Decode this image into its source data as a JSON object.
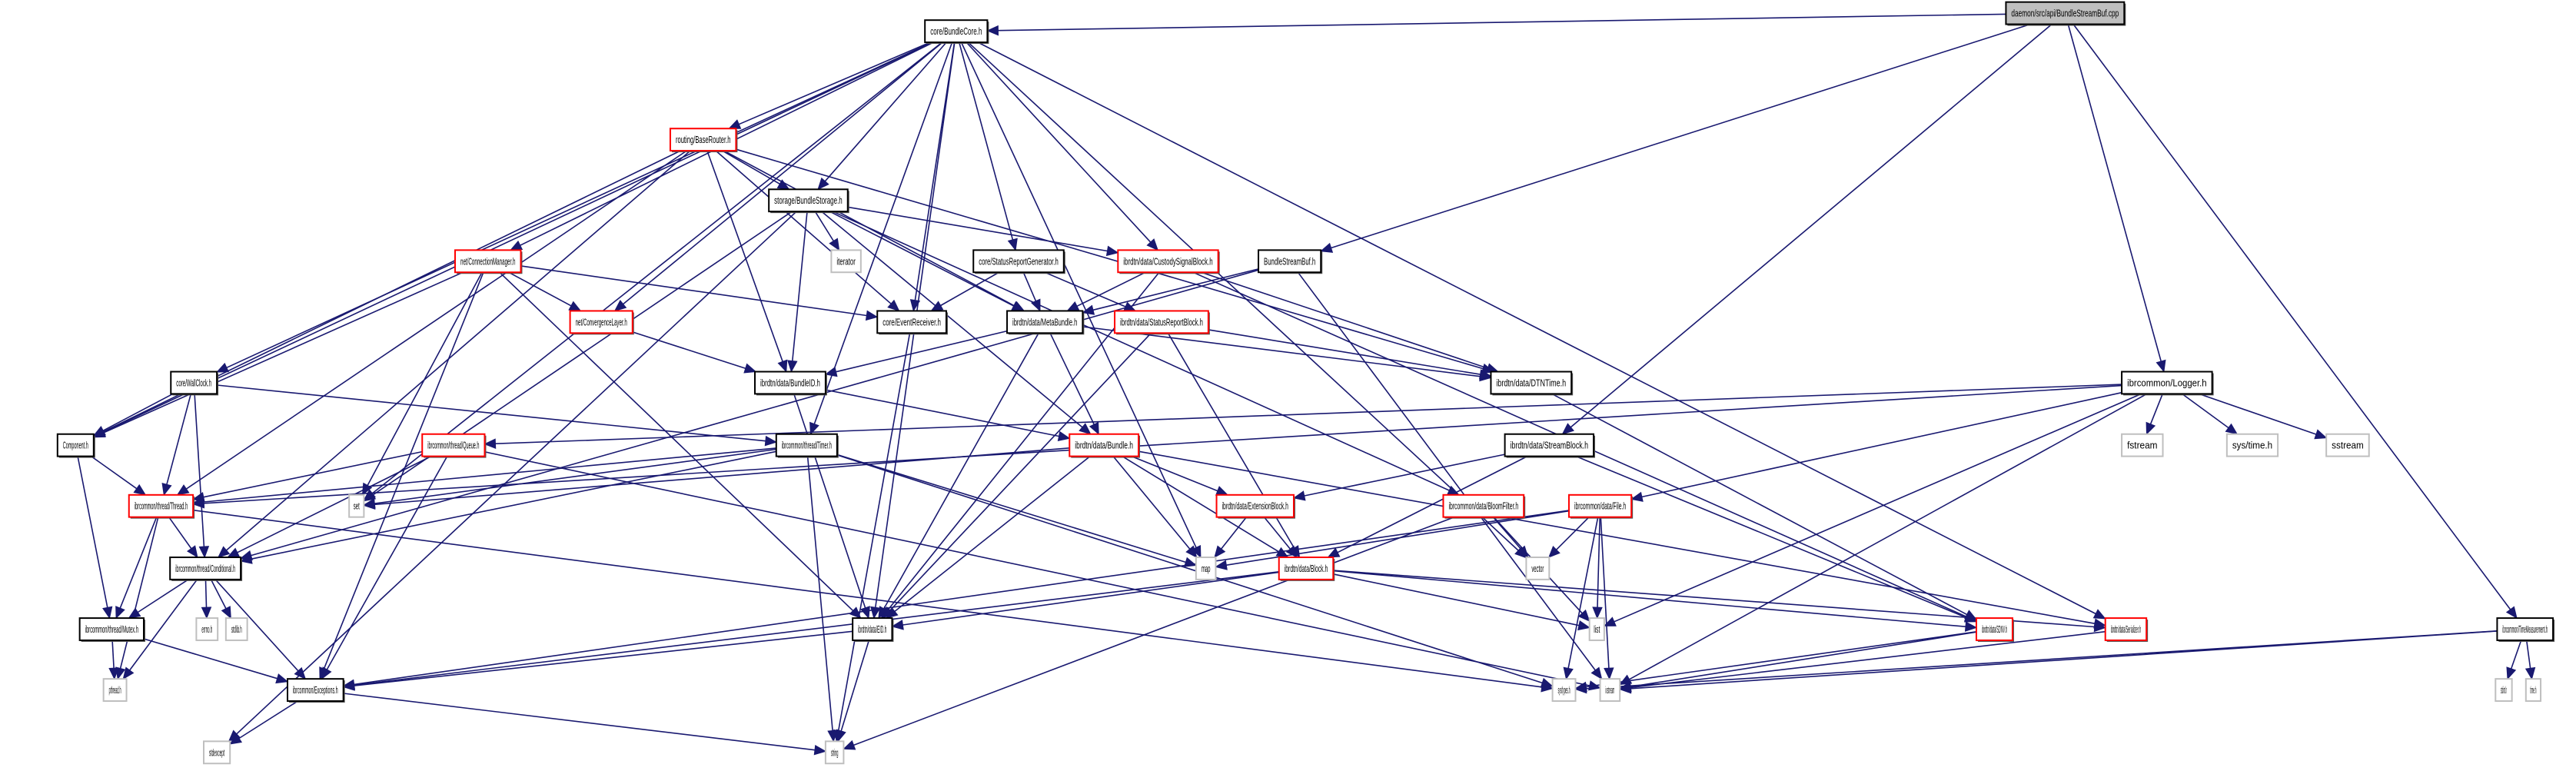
{
  "title": "daemon/src/api/BundleStreamBuf.cpp include dependency graph",
  "colors": {
    "edge": "#191970",
    "root_fill": "#bfbfbf",
    "normal_border": "#000000",
    "truncated_border": "#ff0000",
    "system_border": "#bfbfbf"
  },
  "nodes": [
    {
      "id": "root",
      "label": "daemon/src/api/BundleStreamBuf.cpp",
      "kind": "root"
    },
    {
      "id": "bundlecore",
      "label": "core/BundleCore.h",
      "kind": "normal"
    },
    {
      "id": "baserouter",
      "label": "routing/BaseRouter.h",
      "kind": "truncated"
    },
    {
      "id": "bundlestorage",
      "label": "storage/BundleStorage.h",
      "kind": "normal"
    },
    {
      "id": "connmgr",
      "label": "net/ConnectionManager.h",
      "kind": "truncated"
    },
    {
      "id": "convlayer",
      "label": "net/ConvergenceLayer.h",
      "kind": "truncated"
    },
    {
      "id": "iterator",
      "label": "iterator",
      "kind": "system"
    },
    {
      "id": "statusgen",
      "label": "core/StatusReportGenerator.h",
      "kind": "normal"
    },
    {
      "id": "custody",
      "label": "ibrdtn/data/CustodySignalBlock.h",
      "kind": "truncated"
    },
    {
      "id": "bsbh",
      "label": "BundleStreamBuf.h",
      "kind": "normal"
    },
    {
      "id": "eventrecv",
      "label": "core/EventReceiver.h",
      "kind": "normal"
    },
    {
      "id": "metabundle",
      "label": "ibrdtn/data/MetaBundle.h",
      "kind": "normal"
    },
    {
      "id": "statusblock",
      "label": "ibrdtn/data/StatusReportBlock.h",
      "kind": "truncated"
    },
    {
      "id": "wallclock",
      "label": "core/WallClock.h",
      "kind": "normal"
    },
    {
      "id": "bundleid",
      "label": "ibrdtn/data/BundleID.h",
      "kind": "normal"
    },
    {
      "id": "dtntime",
      "label": "ibrdtn/data/DTNTime.h",
      "kind": "normal"
    },
    {
      "id": "logger",
      "label": "ibrcommon/Logger.h",
      "kind": "normal"
    },
    {
      "id": "component",
      "label": "Component.h",
      "kind": "normal"
    },
    {
      "id": "queue",
      "label": "ibrcommon/thread/Queue.h",
      "kind": "truncated"
    },
    {
      "id": "timer",
      "label": "ibrcommon/thread/Timer.h",
      "kind": "normal"
    },
    {
      "id": "bundle",
      "label": "ibrdtn/data/Bundle.h",
      "kind": "truncated"
    },
    {
      "id": "streamblock",
      "label": "ibrdtn/data/StreamBlock.h",
      "kind": "normal"
    },
    {
      "id": "fstream",
      "label": "fstream",
      "kind": "system"
    },
    {
      "id": "systime",
      "label": "sys/time.h",
      "kind": "system"
    },
    {
      "id": "sstream",
      "label": "sstream",
      "kind": "system"
    },
    {
      "id": "thread",
      "label": "ibrcommon/thread/Thread.h",
      "kind": "truncated"
    },
    {
      "id": "set",
      "label": "set",
      "kind": "system"
    },
    {
      "id": "extblock",
      "label": "ibrdtn/data/ExtensionBlock.h",
      "kind": "truncated"
    },
    {
      "id": "bloom",
      "label": "ibrcommon/data/BloomFilter.h",
      "kind": "truncated"
    },
    {
      "id": "file",
      "label": "ibrcommon/data/File.h",
      "kind": "truncated"
    },
    {
      "id": "conditional",
      "label": "ibrcommon/thread/Conditional.h",
      "kind": "normal"
    },
    {
      "id": "map",
      "label": "map",
      "kind": "system"
    },
    {
      "id": "block",
      "label": "ibrdtn/data/Block.h",
      "kind": "truncated"
    },
    {
      "id": "vector",
      "label": "vector",
      "kind": "system"
    },
    {
      "id": "mutex",
      "label": "ibrcommon/thread/Mutex.h",
      "kind": "normal"
    },
    {
      "id": "errno",
      "label": "errno.h",
      "kind": "system"
    },
    {
      "id": "stdlib",
      "label": "stdlib.h",
      "kind": "system"
    },
    {
      "id": "eid",
      "label": "ibrdtn/data/EID.h",
      "kind": "normal"
    },
    {
      "id": "list",
      "label": "list",
      "kind": "system"
    },
    {
      "id": "sdnv",
      "label": "ibrdtn/data/SDNV.h",
      "kind": "truncated"
    },
    {
      "id": "serializer",
      "label": "ibrdtn/data/Serializer.h",
      "kind": "truncated"
    },
    {
      "id": "timemeas",
      "label": "ibrcommon/TimeMeasurement.h",
      "kind": "normal"
    },
    {
      "id": "pthread",
      "label": "pthread.h",
      "kind": "system"
    },
    {
      "id": "exceptions",
      "label": "ibrcommon/Exceptions.h",
      "kind": "normal"
    },
    {
      "id": "systypes",
      "label": "sys/types.h",
      "kind": "system"
    },
    {
      "id": "iostream",
      "label": "iostream",
      "kind": "system"
    },
    {
      "id": "stdint",
      "label": "stdint.h",
      "kind": "system"
    },
    {
      "id": "timeh",
      "label": "time.h",
      "kind": "system"
    },
    {
      "id": "stdexcept",
      "label": "stdexcept",
      "kind": "system"
    },
    {
      "id": "string",
      "label": "string",
      "kind": "system"
    }
  ],
  "edges": [
    [
      "root",
      "bundlecore"
    ],
    [
      "root",
      "bsbh"
    ],
    [
      "root",
      "streamblock"
    ],
    [
      "root",
      "logger"
    ],
    [
      "root",
      "timemeas"
    ],
    [
      "bundlecore",
      "baserouter"
    ],
    [
      "bundlecore",
      "bundlestorage"
    ],
    [
      "bundlecore",
      "connmgr"
    ],
    [
      "bundlecore",
      "convlayer"
    ],
    [
      "bundlecore",
      "statusgen"
    ],
    [
      "bundlecore",
      "custody"
    ],
    [
      "bundlecore",
      "eventrecv"
    ],
    [
      "bundlecore",
      "wallclock"
    ],
    [
      "bundlecore",
      "component"
    ],
    [
      "bundlecore",
      "timer"
    ],
    [
      "bundlecore",
      "eid"
    ],
    [
      "bundlecore",
      "map"
    ],
    [
      "bundlecore",
      "vector"
    ],
    [
      "bundlecore",
      "serializer"
    ],
    [
      "bundlecore",
      "set"
    ],
    [
      "baserouter",
      "bundlestorage"
    ],
    [
      "baserouter",
      "eventrecv"
    ],
    [
      "baserouter",
      "metabundle"
    ],
    [
      "baserouter",
      "bundleid"
    ],
    [
      "baserouter",
      "dtntime"
    ],
    [
      "baserouter",
      "component"
    ],
    [
      "baserouter",
      "thread"
    ],
    [
      "baserouter",
      "conditional"
    ],
    [
      "bundlestorage",
      "iterator"
    ],
    [
      "bundlestorage",
      "metabundle"
    ],
    [
      "bundlestorage",
      "bundleid"
    ],
    [
      "bundlestorage",
      "bundle"
    ],
    [
      "bundlestorage",
      "custody"
    ],
    [
      "bundlestorage",
      "stdexcept"
    ],
    [
      "bundlestorage",
      "set"
    ],
    [
      "bundlestorage",
      "bloom"
    ],
    [
      "connmgr",
      "convlayer"
    ],
    [
      "connmgr",
      "eventrecv"
    ],
    [
      "connmgr",
      "component"
    ],
    [
      "connmgr",
      "set"
    ],
    [
      "connmgr",
      "exceptions"
    ],
    [
      "connmgr",
      "eid"
    ],
    [
      "convlayer",
      "bundleid"
    ],
    [
      "statusgen",
      "eventrecv"
    ],
    [
      "statusgen",
      "metabundle"
    ],
    [
      "statusgen",
      "statusblock"
    ],
    [
      "custody",
      "metabundle"
    ],
    [
      "custody",
      "dtntime"
    ],
    [
      "custody",
      "eid"
    ],
    [
      "custody",
      "sdnv"
    ],
    [
      "bsbh",
      "metabundle"
    ],
    [
      "bsbh",
      "conditional"
    ],
    [
      "bsbh",
      "iostream"
    ],
    [
      "eventrecv",
      "string"
    ],
    [
      "metabundle",
      "bundleid"
    ],
    [
      "metabundle",
      "bundle"
    ],
    [
      "metabundle",
      "dtntime"
    ],
    [
      "metabundle",
      "eid"
    ],
    [
      "statusblock",
      "dtntime"
    ],
    [
      "statusblock",
      "block"
    ],
    [
      "statusblock",
      "eid"
    ],
    [
      "wallclock",
      "component"
    ],
    [
      "wallclock",
      "thread"
    ],
    [
      "wallclock",
      "conditional"
    ],
    [
      "wallclock",
      "timer"
    ],
    [
      "bundleid",
      "bundle"
    ],
    [
      "bundleid",
      "eid"
    ],
    [
      "dtntime",
      "sdnv"
    ],
    [
      "logger",
      "queue"
    ],
    [
      "logger",
      "thread"
    ],
    [
      "logger",
      "file"
    ],
    [
      "logger",
      "fstream"
    ],
    [
      "logger",
      "systime"
    ],
    [
      "logger",
      "sstream"
    ],
    [
      "logger",
      "iostream"
    ],
    [
      "logger",
      "list"
    ],
    [
      "component",
      "thread"
    ],
    [
      "component",
      "mutex"
    ],
    [
      "queue",
      "thread"
    ],
    [
      "queue",
      "conditional"
    ],
    [
      "queue",
      "exceptions"
    ],
    [
      "queue",
      "iostream"
    ],
    [
      "timer",
      "thread"
    ],
    [
      "timer",
      "conditional"
    ],
    [
      "timer",
      "set"
    ],
    [
      "timer",
      "map"
    ],
    [
      "timer",
      "string"
    ],
    [
      "timer",
      "systypes"
    ],
    [
      "bundle",
      "set"
    ],
    [
      "bundle",
      "map"
    ],
    [
      "bundle",
      "extblock"
    ],
    [
      "bundle",
      "block"
    ],
    [
      "bundle",
      "eid"
    ],
    [
      "bundle",
      "serializer"
    ],
    [
      "streamblock",
      "extblock"
    ],
    [
      "streamblock",
      "block"
    ],
    [
      "streamblock",
      "sdnv"
    ],
    [
      "thread",
      "conditional"
    ],
    [
      "thread",
      "mutex"
    ],
    [
      "thread",
      "pthread"
    ],
    [
      "thread",
      "systypes"
    ],
    [
      "extblock",
      "map"
    ],
    [
      "extblock",
      "block"
    ],
    [
      "bloom",
      "vector"
    ],
    [
      "bloom",
      "list"
    ],
    [
      "bloom",
      "string"
    ],
    [
      "file",
      "map"
    ],
    [
      "file",
      "vector"
    ],
    [
      "file",
      "list"
    ],
    [
      "file",
      "systypes"
    ],
    [
      "file",
      "iostream"
    ],
    [
      "file",
      "exceptions"
    ],
    [
      "conditional",
      "mutex"
    ],
    [
      "conditional",
      "errno"
    ],
    [
      "conditional",
      "stdlib"
    ],
    [
      "conditional",
      "pthread"
    ],
    [
      "conditional",
      "exceptions"
    ],
    [
      "block",
      "eid"
    ],
    [
      "block",
      "list"
    ],
    [
      "block",
      "sdnv"
    ],
    [
      "block",
      "serializer"
    ],
    [
      "block",
      "exceptions"
    ],
    [
      "mutex",
      "exceptions"
    ],
    [
      "mutex",
      "pthread"
    ],
    [
      "eid",
      "exceptions"
    ],
    [
      "eid",
      "string"
    ],
    [
      "sdnv",
      "systypes"
    ],
    [
      "sdnv",
      "iostream"
    ],
    [
      "serializer",
      "iostream"
    ],
    [
      "timemeas",
      "systypes"
    ],
    [
      "timemeas",
      "iostream"
    ],
    [
      "timemeas",
      "stdint"
    ],
    [
      "timemeas",
      "timeh"
    ],
    [
      "exceptions",
      "stdexcept"
    ],
    [
      "exceptions",
      "string"
    ]
  ]
}
